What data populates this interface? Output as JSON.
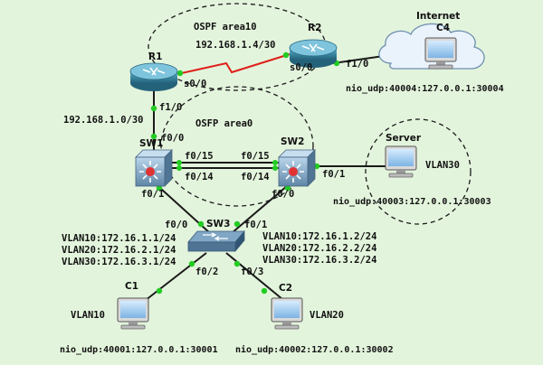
{
  "colors": {
    "background": "#e3f4dc",
    "link": "#1a1a1a",
    "serial_link": "#e0201b",
    "port_dot": "#22cc22",
    "router_body": "#3f8ea8",
    "switch_body": "#7fa6c4",
    "l3_switch_body": "#6e9ab8",
    "cloud": "#e8f1fb"
  },
  "areas": {
    "area10_label": "OSPF area10",
    "area0_label": "OSFP area0",
    "serial_subnet": "192.168.1.4/30",
    "r1_sw1_subnet": "192.168.1.0/30"
  },
  "devices": {
    "r1": {
      "name": "R1",
      "icon": "router-icon",
      "ports": {
        "s0_0": "s0/0",
        "f1_0": "f1/0"
      }
    },
    "r2": {
      "name": "R2",
      "icon": "router-icon",
      "ports": {
        "s0_0": "s0/0",
        "f1_0": "f1/0"
      }
    },
    "internet": {
      "title": "Internet",
      "name": "C4",
      "icon": "cloud-icon",
      "nio": "nio_udp:40004:127.0.0.1:30004"
    },
    "sw1": {
      "name": "SW1",
      "icon": "l3-switch-icon",
      "ports": {
        "f0_0": "f0/0",
        "f0_15": "f0/15",
        "f0_14": "f0/14",
        "f0_1": "f0/1"
      }
    },
    "sw2": {
      "name": "SW2",
      "icon": "l3-switch-icon",
      "ports": {
        "f0_15": "f0/15",
        "f0_14": "f0/14",
        "f0_0": "f0/0",
        "f0_1": "f0/1"
      }
    },
    "server": {
      "name": "Server",
      "icon": "pc-icon",
      "vlan": "VLAN30",
      "nio": "nio_udp:40003:127.0.0.1:30003"
    },
    "sw3": {
      "name": "SW3",
      "icon": "switch-icon",
      "ports": {
        "f0_0": "f0/0",
        "f0_1": "f0/1",
        "f0_2": "f0/2",
        "f0_3": "f0/3"
      }
    },
    "c1": {
      "name": "C1",
      "icon": "pc-icon",
      "vlan": "VLAN10",
      "nio": "nio_udp:40001:127.0.0.1:30001"
    },
    "c2": {
      "name": "C2",
      "icon": "pc-icon",
      "vlan": "VLAN20",
      "nio": "nio_udp:40002:127.0.0.1:30002"
    }
  },
  "vlan_ips": {
    "sw1": [
      "VLAN10:172.16.1.1/24",
      "VLAN20:172.16.2.1/24",
      "VLAN30:172.16.3.1/24"
    ],
    "sw2": [
      "VLAN10:172.16.1.2/24",
      "VLAN20:172.16.2.2/24",
      "VLAN30:172.16.3.2/24"
    ]
  }
}
